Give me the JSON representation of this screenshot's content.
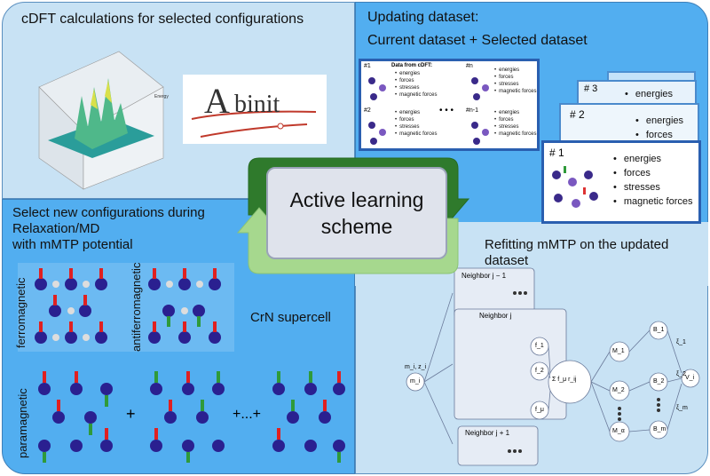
{
  "panels": {
    "top_left": {
      "title": "cDFT calculations for selected configurations",
      "logo_text": "binit",
      "logo_letter": "A"
    },
    "top_right": {
      "title_line1": "Updating dataset:",
      "title_line2": "Current dataset + Selected dataset",
      "big_card": {
        "entries": [
          {
            "label": "#1",
            "heading": "Data from cDFT:",
            "items": [
              "energies",
              "forces",
              "stresses",
              "magnetic forces"
            ]
          },
          {
            "label": "#n",
            "items": [
              "energies",
              "forces",
              "stresses",
              "magnetic forces"
            ]
          },
          {
            "label": "#2",
            "items": [
              "energies",
              "forces",
              "stresses",
              "magnetic forces"
            ]
          },
          {
            "label": "#n-1",
            "items": [
              "energies",
              "forces",
              "stresses",
              "magnetic forces"
            ]
          }
        ],
        "ellipsis": "• • •"
      },
      "stack": [
        {
          "label": "# 3",
          "items": [
            "energies"
          ]
        },
        {
          "label": "# 2",
          "items": [
            "energies",
            "forces"
          ]
        },
        {
          "label": "# 1",
          "items": [
            "energies",
            "forces",
            "stresses",
            "magnetic forces"
          ]
        }
      ]
    },
    "bottom_left": {
      "title_line1": "Select new configurations during",
      "title_line2": "Relaxation/MD",
      "title_line3": "with mMTP potential",
      "label_ferro": "ferromagnetic",
      "label_antiferro": "antiferromagnetic",
      "label_para": "paramagnetic",
      "supercell": "CrN supercell",
      "plus": "+",
      "plus_dots": "+...+"
    },
    "bottom_right": {
      "title_line1": "Refitting mMTP on the updated",
      "title_line2": "dataset",
      "nodes": {
        "nb_prev": "Neighbor j − 1",
        "nb_cur": "Neighbor j",
        "nb_next": "Neighbor j + 1",
        "mi": "m_i",
        "mizi": "m_i, z_i",
        "f1": "f_1",
        "f2": "f_2",
        "fu": "f_μ",
        "M1": "M_1",
        "M2": "M_2",
        "Mmax": "M_α",
        "B1": "B_1",
        "B2": "B_2",
        "Bm": "B_m",
        "Vi": "V_i",
        "xi1": "ξ_1",
        "xi2": "ξ_2",
        "xim": "ξ_m",
        "sum": "Σ f_μ r_ij"
      }
    }
  },
  "center": {
    "line1": "Active learning",
    "line2": "scheme"
  },
  "colors": {
    "dark_green": "#2f7a2c",
    "light_green": "#a6d88e",
    "panel_dark": "#52aef0",
    "panel_light": "#c8e2f4",
    "card_border": "#2a5fb0"
  }
}
